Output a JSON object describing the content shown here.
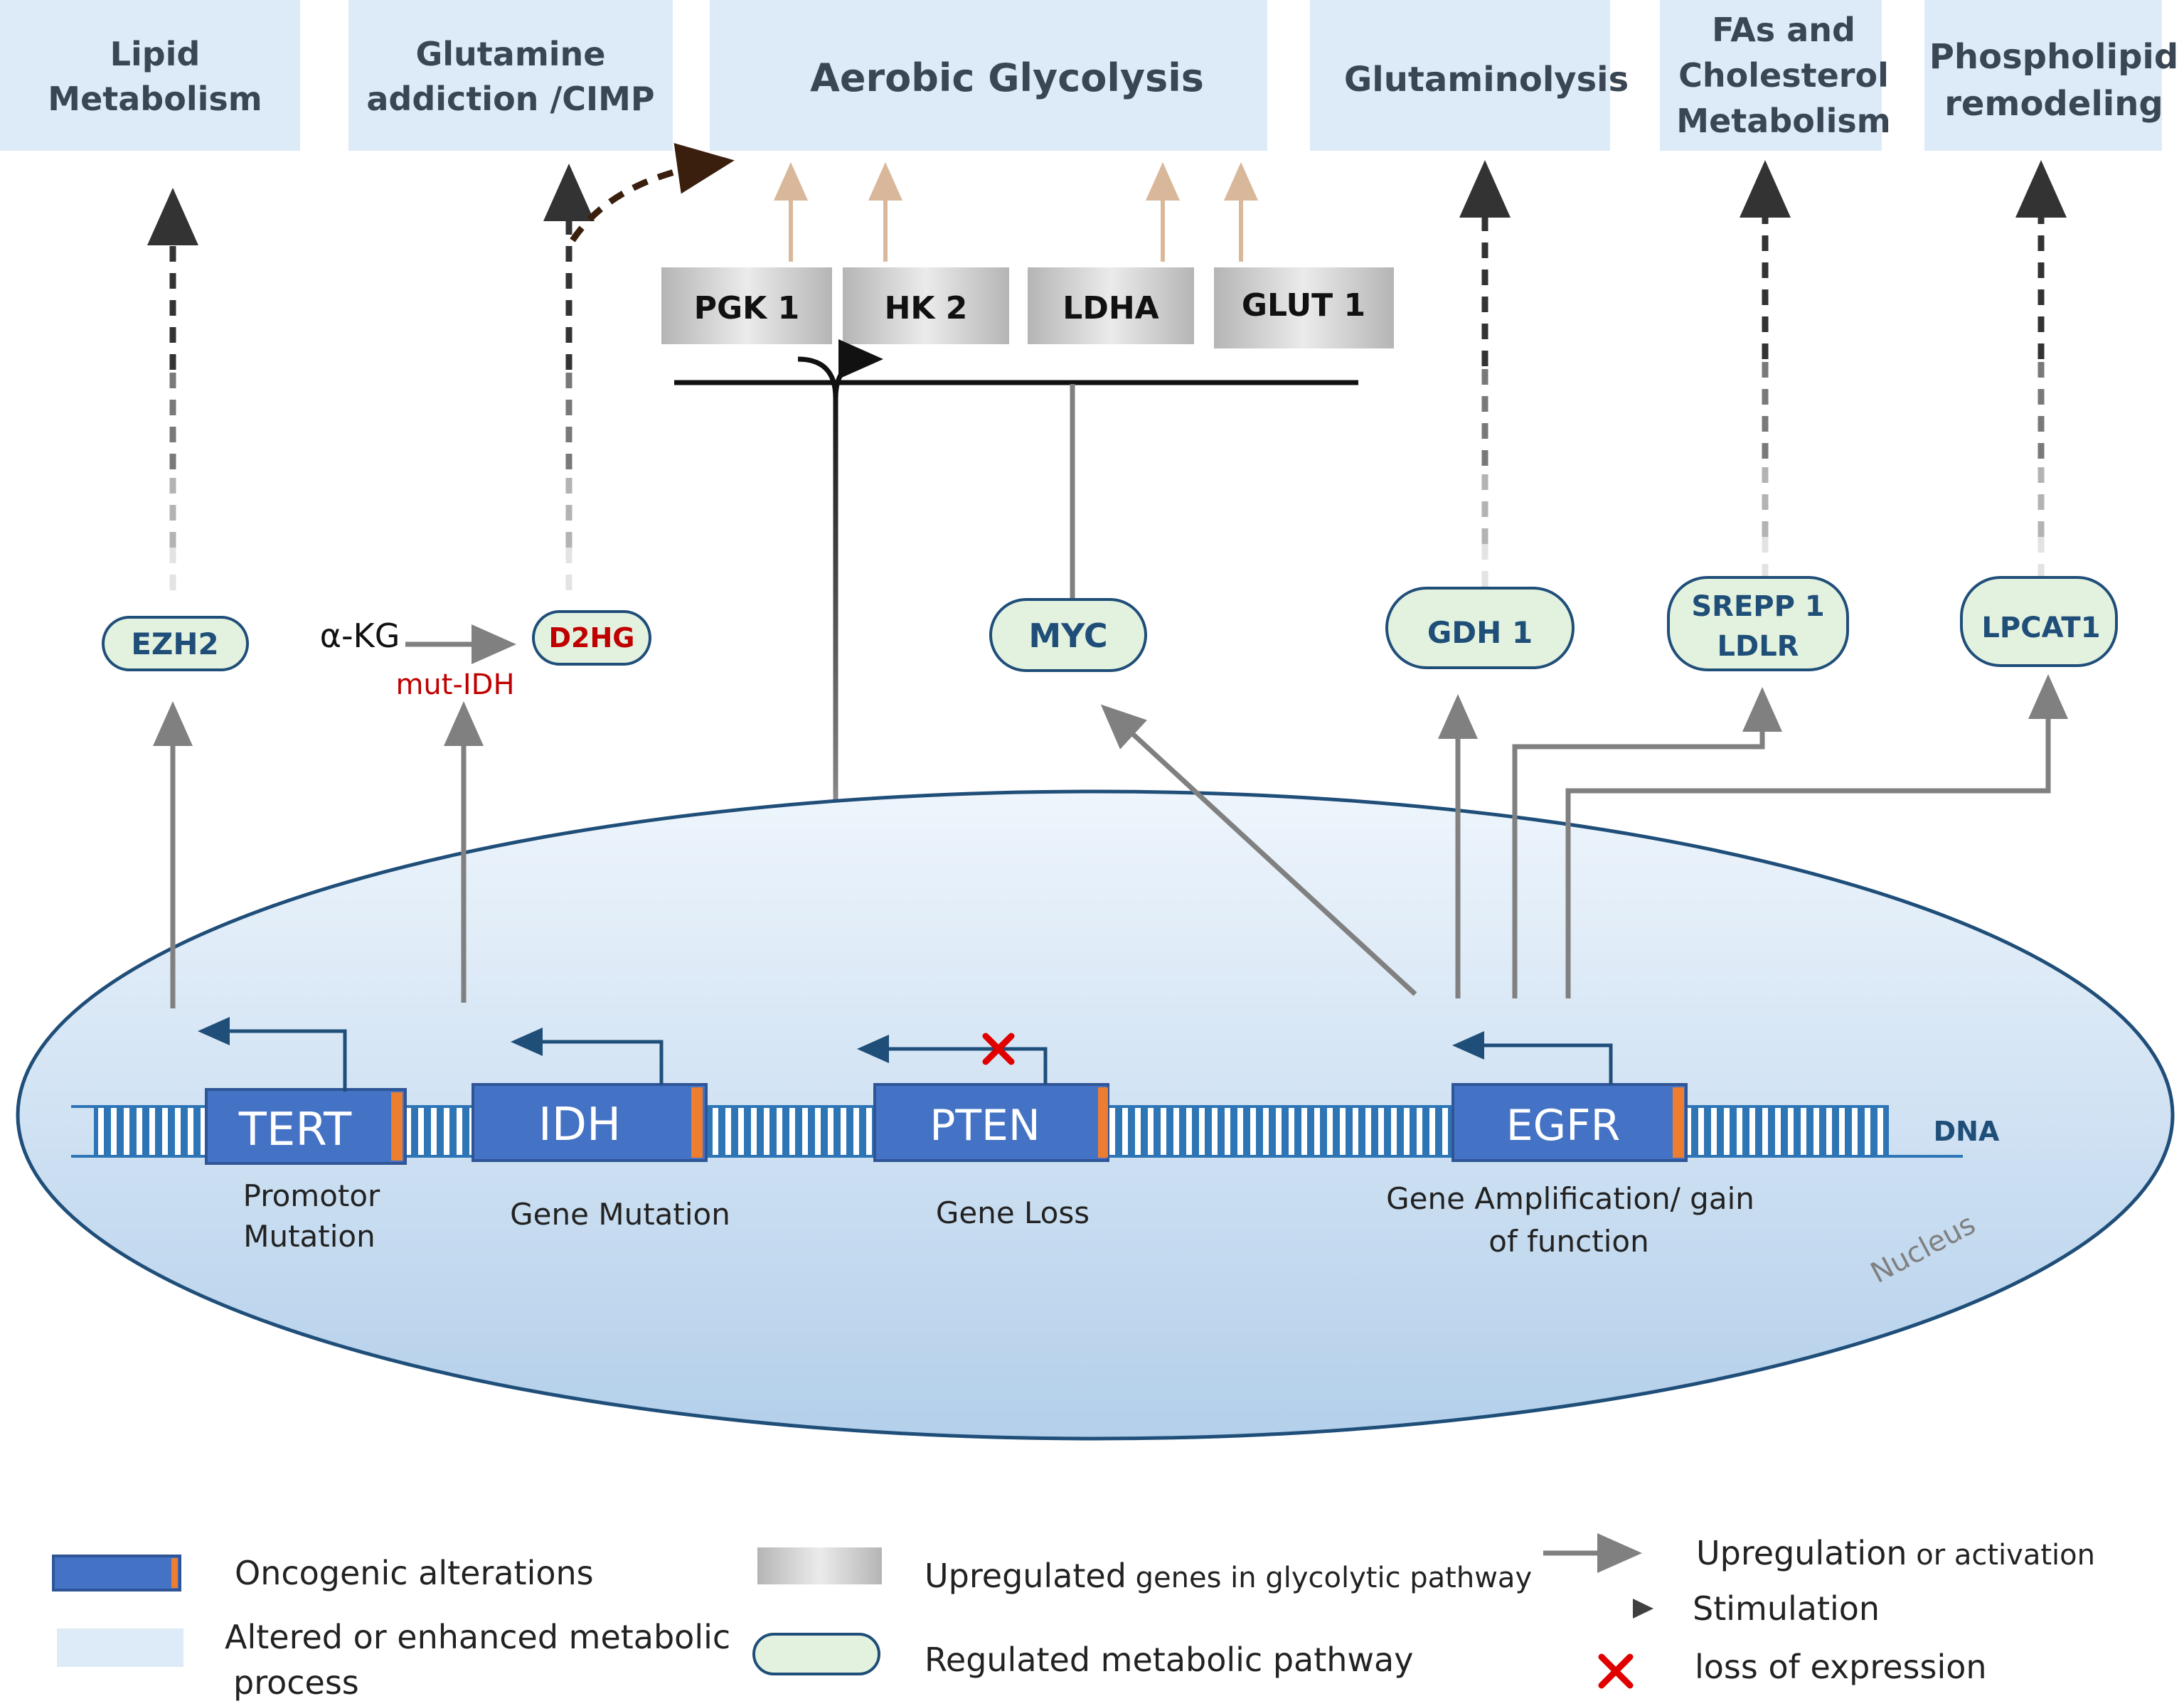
{
  "colors": {
    "process_box": "#dcebf7",
    "pill_fill": "#e3f1df",
    "pill_stroke": "#1f4e79",
    "onco_box": "#4472c4",
    "onco_stroke": "#2f5597",
    "marker": "#ed7d31",
    "arrow_gray": "#808080",
    "stim_dark": "#404040",
    "stim_brown": "#4a2c1a",
    "glyco_arrow": "#d9b79a",
    "loss_cross": "#e00000",
    "nucleus_fill_top": "#eef5fc",
    "nucleus_fill_bottom": "#b3cfea",
    "nucleus_stroke": "#1f4e79",
    "mut_text": "#c00000"
  },
  "processes": {
    "lipid": [
      "Lipid",
      "Metabolism"
    ],
    "glutamine": [
      "Glutamine",
      "addiction /CIMP"
    ],
    "aerobic": "Aerobic Glycolysis",
    "glutaminolysis": "Glutaminolysis",
    "fas": [
      "FAs and",
      "Cholesterol",
      "Metabolism"
    ],
    "phospholipid": [
      "Phospholipid",
      "remodeling"
    ]
  },
  "glyco_genes": {
    "pgk1": "PGK 1",
    "hk2": "HK 2",
    "ldha": "LDHA",
    "glut1": "GLUT 1"
  },
  "pathway_nodes": {
    "ezh2": "EZH2",
    "d2hg": "D2HG",
    "myc": "MYC",
    "gdh1": "GDH 1",
    "srepp": [
      "SREPP 1",
      "LDLR"
    ],
    "lpcat1": "LPCAT1"
  },
  "metabolite": {
    "akg": "α-KG",
    "mut_idh": "mut-IDH"
  },
  "onco_genes": {
    "tert": "TERT",
    "idh": "IDH",
    "pten": "PTEN",
    "egfr": "EGFR"
  },
  "alterations": {
    "tert": [
      "Promotor",
      "Mutation"
    ],
    "idh": "Gene Mutation",
    "pten": "Gene Loss",
    "egfr": [
      "Gene  Amplification/ gain",
      "of function"
    ]
  },
  "labels": {
    "dna": "DNA",
    "nucleus": "Nucleus"
  },
  "legend": {
    "oncogenic": "Oncogenic alterations",
    "altered": [
      "Altered or enhanced metabolic",
      "process"
    ],
    "upregulated_big": "Upregulated",
    "upregulated_small": " genes in glycolytic pathway",
    "regulated": "Regulated metabolic pathway",
    "upregulation_big": "Upregulation",
    "upregulation_small": " or activation",
    "stimulation": "Stimulation",
    "loss": "loss of expression"
  }
}
